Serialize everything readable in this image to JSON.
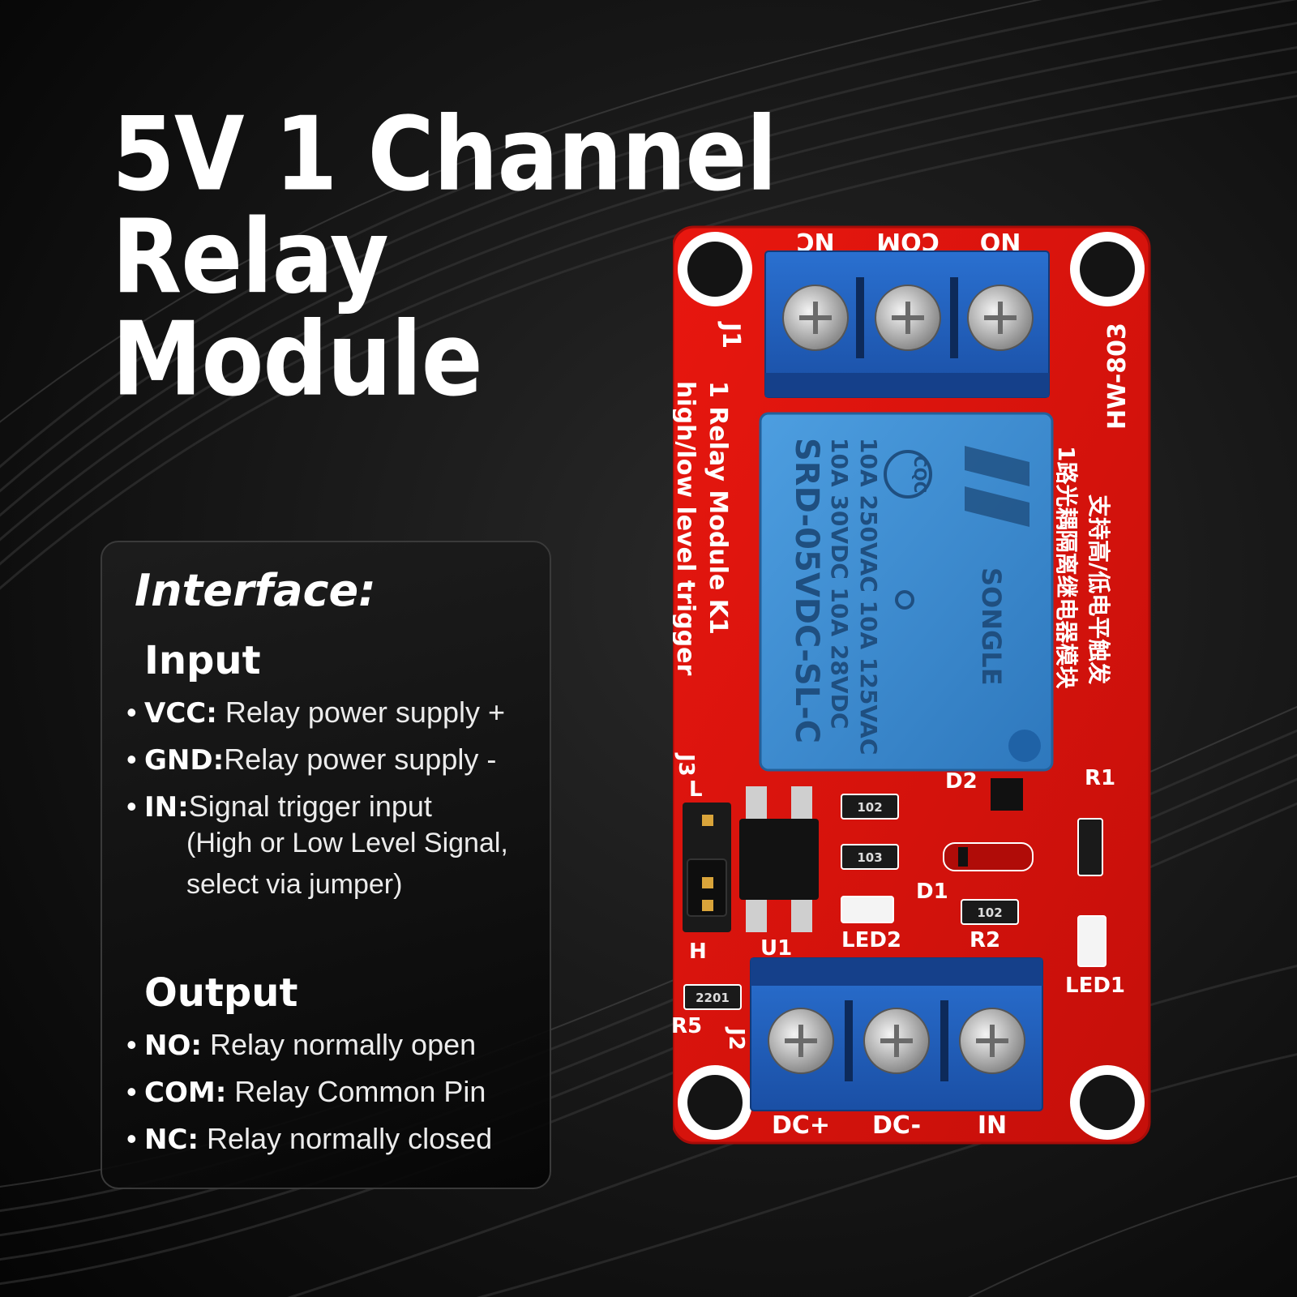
{
  "headline": {
    "line1": "5V 1 Channel",
    "line2": "Relay",
    "line3": "Module"
  },
  "interface": {
    "heading": "Interface:",
    "input": {
      "title": "Input",
      "items": [
        {
          "key": "VCC:",
          "desc": " Relay power supply +"
        },
        {
          "key": "GND:",
          "desc": "Relay power supply -"
        },
        {
          "key": "IN:",
          "desc": "Signal trigger input"
        }
      ],
      "note_line1": "(High or Low Level Signal,",
      "note_line2": "select via jumper)"
    },
    "output": {
      "title": "Output",
      "items": [
        {
          "key": "NO:",
          "desc": " Relay normally open"
        },
        {
          "key": "COM:",
          "desc": " Relay Common Pin"
        },
        {
          "key": "NC:",
          "desc": " Relay normally closed"
        }
      ]
    }
  },
  "board": {
    "top_pins": [
      "NC",
      "COM",
      "NO"
    ],
    "bottom_pins": [
      "DC+",
      "DC-",
      "IN"
    ],
    "model": "HW-803",
    "j1": "J1",
    "left_text_1": "1 Relay Module K1",
    "left_text_2": "high/low level trigger",
    "relay": {
      "brand": "SONGLE",
      "line1": "10A 250VAC 10A 125VAC",
      "line2": "10A 30VDC 10A 28VDC",
      "line3": "SRD-05VDC-SL-C",
      "cqc": "CQC"
    },
    "cn_text_1": "1路光耦隔离继电器模块",
    "cn_text_2": "支持高/低电平触发",
    "labels": {
      "j3": "J3",
      "l": "L",
      "h": "H",
      "d1": "D1",
      "d2": "D2",
      "r1": "R1",
      "r2": "R2",
      "r5": "R5",
      "led1": "LED1",
      "led2": "LED2",
      "u1": "U1",
      "j2": "J2",
      "res_102": "102",
      "res_103": "103",
      "res_2201": "2201"
    }
  },
  "colors": {
    "background": "#0b0b0b",
    "pcb_red": "#e0140f",
    "terminal_blue": "#1e5fbf",
    "relay_blue": "#3f8fd0",
    "text_white": "#ffffff"
  }
}
